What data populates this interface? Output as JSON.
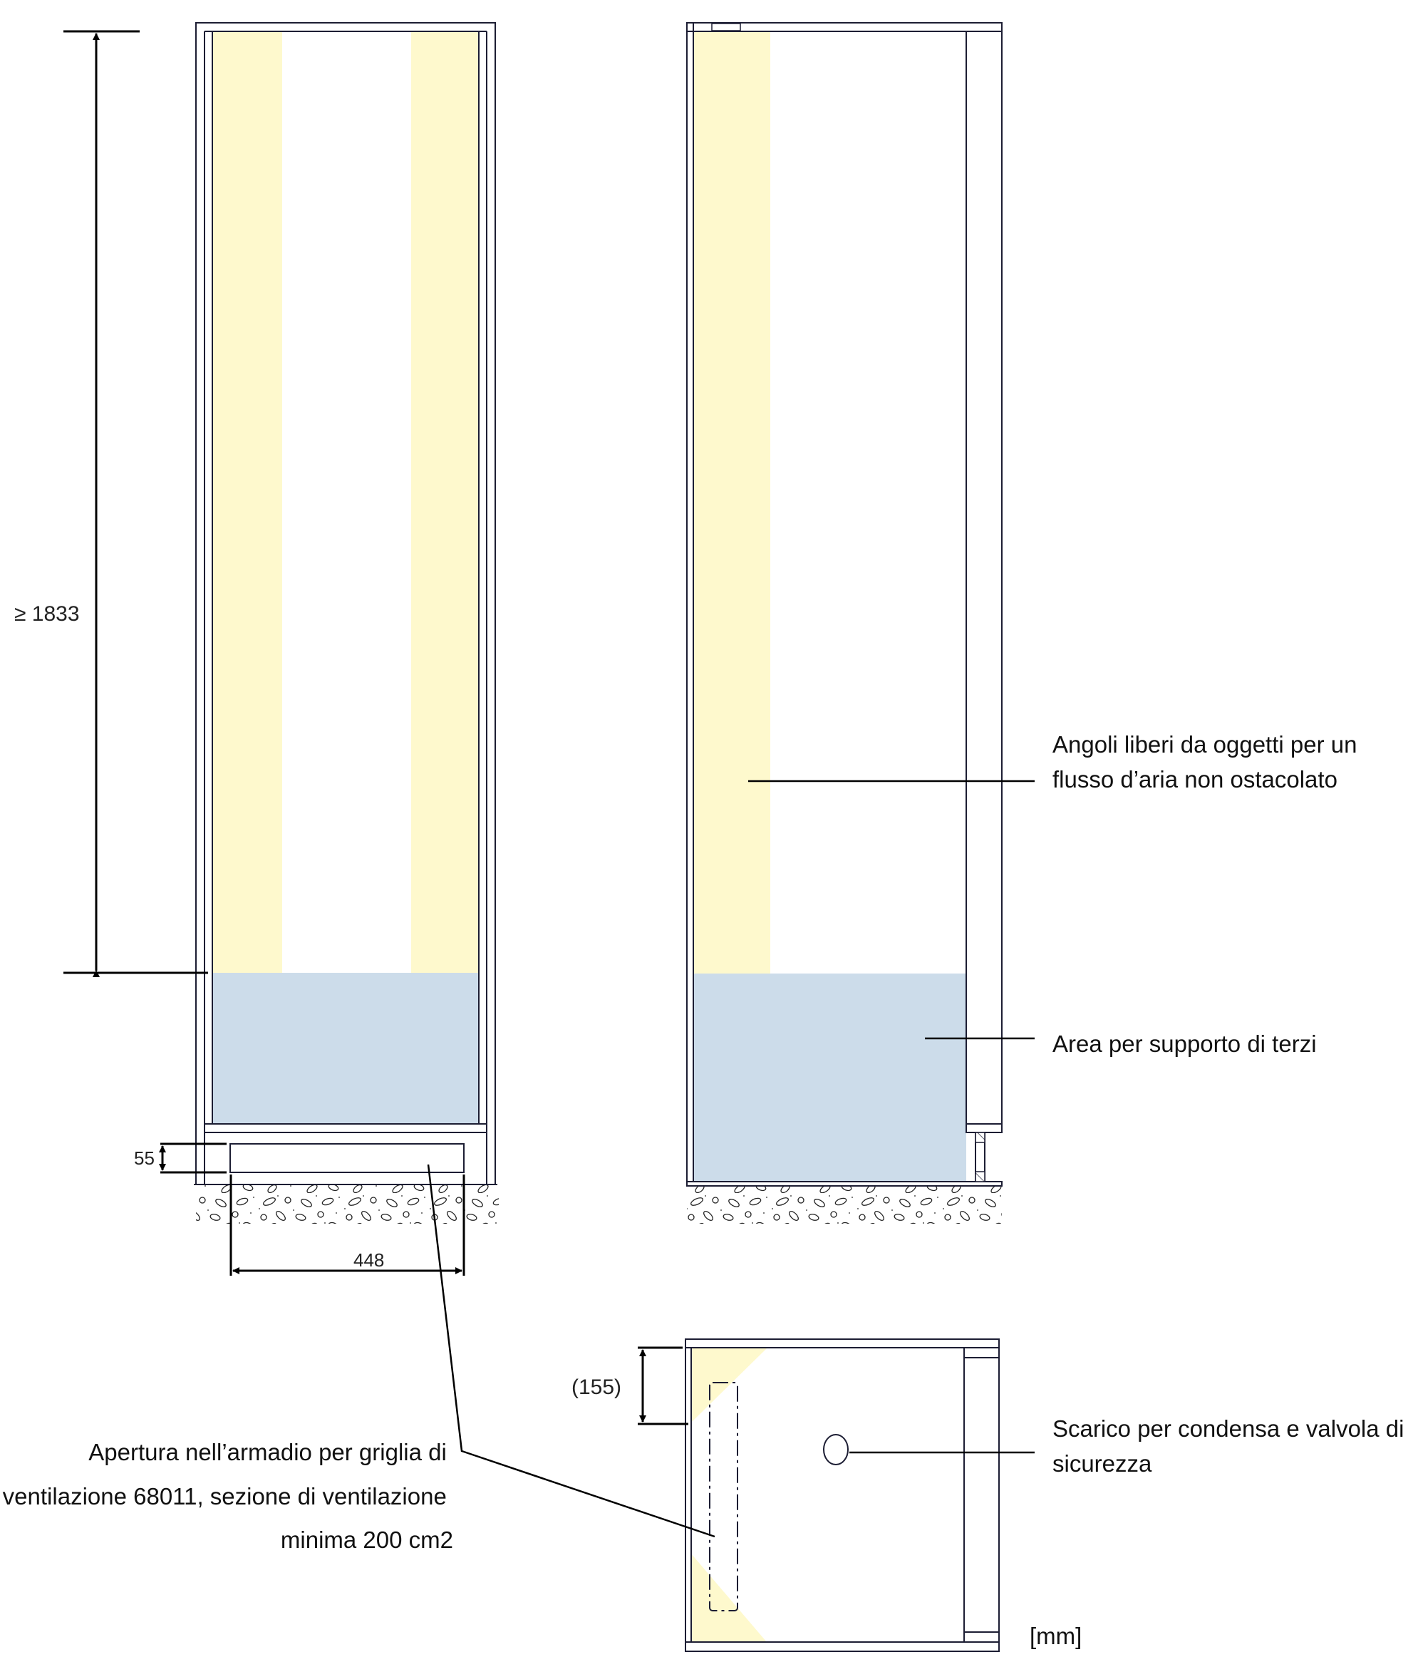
{
  "colors": {
    "airflow_zone": "#fef9cd",
    "third_party_support_area": "#ccdcea",
    "outline": "#1c1d33",
    "text": "#111111"
  },
  "front_view": {
    "height_dimension": "≥ 1833",
    "vent_height_dimension": "55",
    "vent_width_dimension": "448"
  },
  "plan_view": {
    "depth_dimension": "(155)"
  },
  "annotations": {
    "airflow_corners": [
      "Angoli liberi da oggetti per un",
      "flusso d’aria non ostacolato"
    ],
    "support_area": "Area per supporto di terzi",
    "condensate_drain": [
      "Scarico per condensa e valvola di",
      "sicurezza"
    ],
    "vent_opening": [
      "Apertura nell’armadio per griglia di",
      "ventilazione 68011, sezione di ventilazione",
      "minima 200 cm2"
    ]
  },
  "unit_label": "[mm]"
}
